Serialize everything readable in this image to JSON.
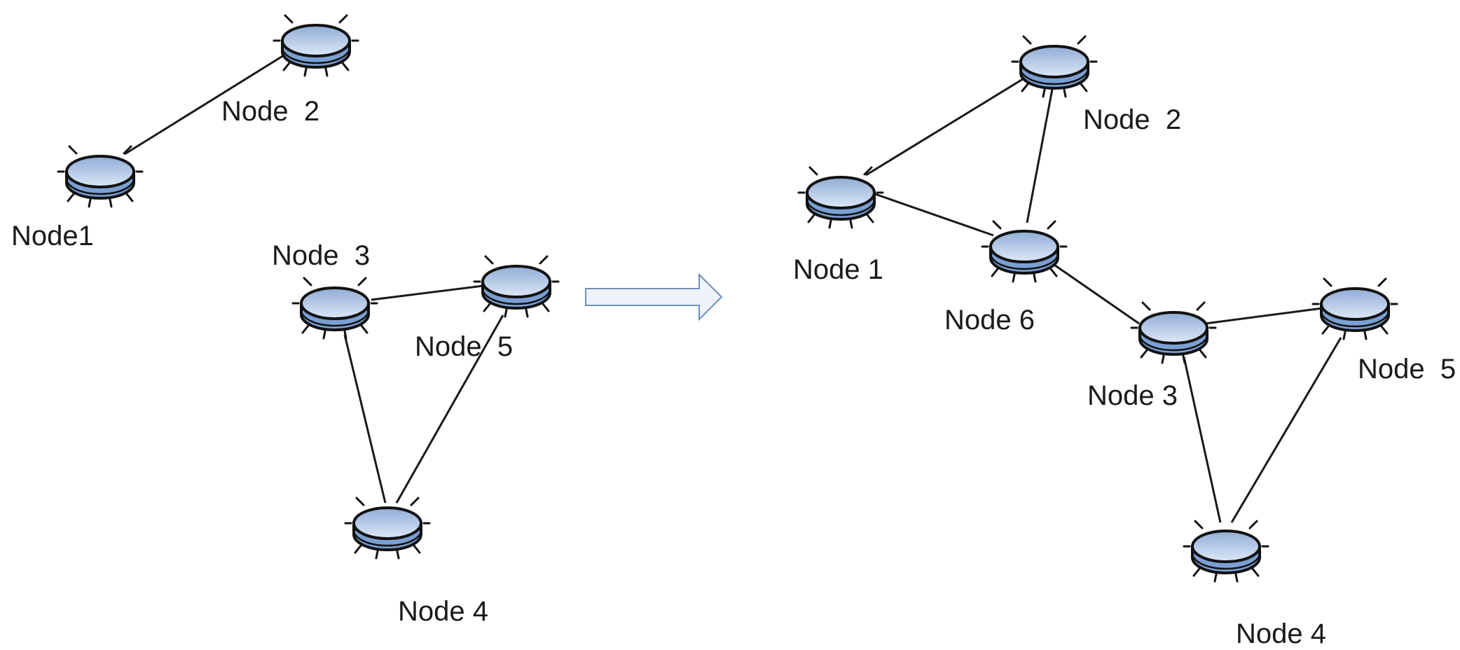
{
  "colors": {
    "disk_top_light": "#dce8f7",
    "disk_top_dark": "#90acd6",
    "disk_side": "#7aa0d3",
    "outline": "#111111",
    "edge": "#1a1a1a",
    "arrow_fill": "#eef3fb",
    "arrow_stroke": "#6d8fb8"
  },
  "before": {
    "labels": {
      "n1": "Node1",
      "n2": "Node  2",
      "n3": "Node  3",
      "n4": "Node 4",
      "n5": "Node  5"
    }
  },
  "after": {
    "labels": {
      "n1": "Node 1",
      "n2": "Node  2",
      "n3": "Node 3",
      "n4": "Node 4",
      "n5": "Node  5",
      "n6": "Node 6"
    }
  },
  "transition_icon": "right-arrow-icon"
}
